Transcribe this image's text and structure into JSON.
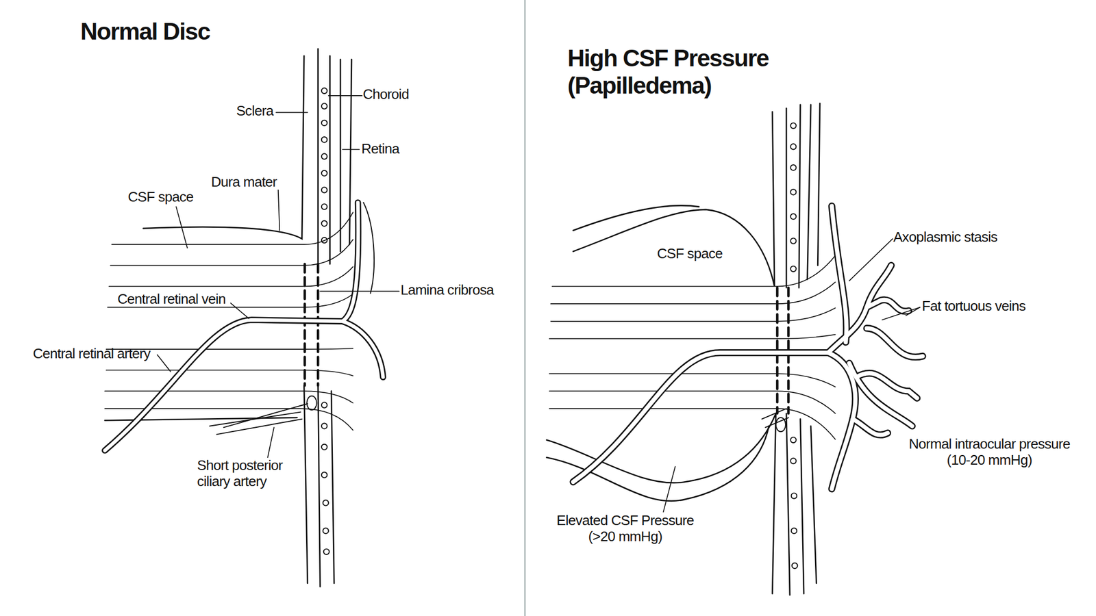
{
  "diagram": {
    "labels": [
      "Normal Disc",
      "Sclera",
      "Choroid",
      "Retina",
      "Dura mater",
      "CSF space",
      "Lamina cribrosa",
      "Central retinal vein",
      "Central retinal artery",
      "Short posterior ciliary artery",
      "High CSF Pressure (Papilledema)",
      "CSF space",
      "Axoplasmic stasis",
      "Fat tortuous veins",
      "Normal intraocular pressure (10-20 mmHg)",
      "Elevated CSF Pressure (>20 mmHg)"
    ]
  }
}
